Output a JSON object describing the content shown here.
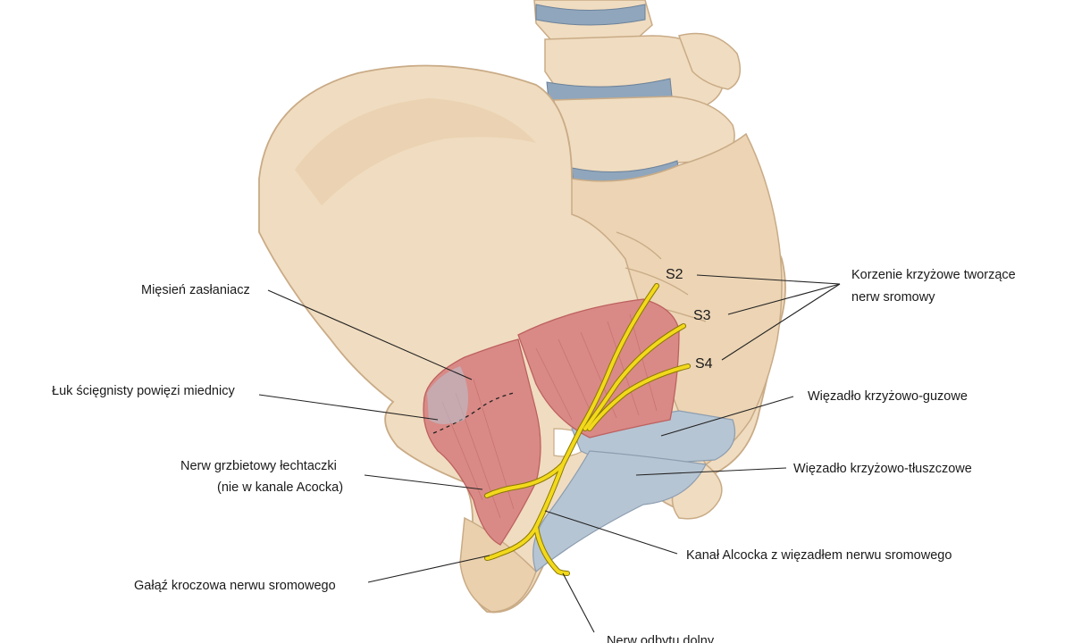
{
  "labels": {
    "obturator_muscle": "Mięsień zasłaniacz",
    "tendinous_arch_1": "Łuk ścięgnisty powięzi miednicy",
    "clitoral_nerve_1": "Nerw grzbietowy łechtaczki",
    "clitoral_nerve_2": "(nie w kanale Acocka)",
    "perineal_branch": "Gałąź kroczowa nerwu sromowego",
    "sacral_roots_1": "Korzenie krzyżowe tworzące",
    "sacral_roots_2": "nerw sromowy",
    "sacrotuberous": "Więzadło krzyżowo-guzowe",
    "sacrospinous": "Więzadło krzyżowo-tłuszczowe",
    "alcock_canal": "Kanał Alcocka z więzadłem nerwu sromowego",
    "inferior_rectal": "Nerw odbytu dolny"
  },
  "segments": {
    "s2": "S2",
    "s3": "S3",
    "s4": "S4"
  },
  "colors": {
    "bone": "#f0dcc0",
    "bone_shadow": "#d9bf9c",
    "bone_outline": "#c9ab86",
    "disc": "#8fa6bd",
    "muscle": "#d98a86",
    "muscle_dark": "#bd605f",
    "ligament": "#b6c5d3",
    "nerve": "#f2d91c",
    "nerve_outline": "#8a7700"
  }
}
